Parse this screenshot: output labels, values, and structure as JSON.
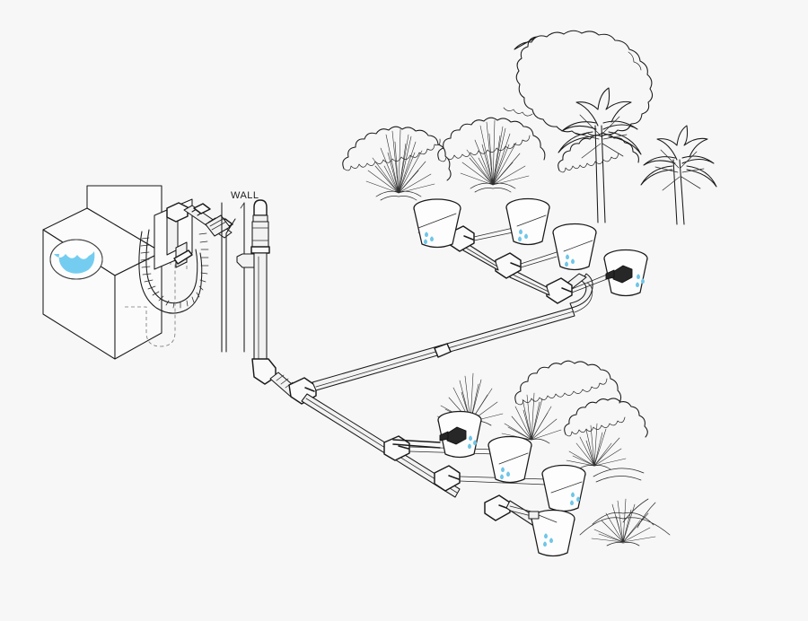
{
  "diagram": {
    "title": "Washing machine greywater drip irrigation layout",
    "background_color": "#f7f7f7",
    "line_color": "#1a1a1a",
    "water_color": "#6ec6e8",
    "pot_fill": "#fdfdfd",
    "pipe_fill": "#f2f2f2"
  },
  "labels": {
    "wall": "WALL"
  },
  "appliance": {
    "name": "washing-machine",
    "porthole_water_color": "#74cdf0",
    "body_fill": "#fbfbfb"
  },
  "components": {
    "drain_hose": "corrugated-drain-hose",
    "diverter_valve": "inline-diverter-valve",
    "standpipe": "vertical-standpipe",
    "tee_fitting": "tee-fitting",
    "elbow_fitting": "elbow-fitting",
    "drip_nozzle": "adjustable-drip-nozzle"
  },
  "emitters": {
    "upper_branch_count": 4,
    "lower_branch_count": 4,
    "total": 8
  },
  "vegetation": {
    "palm_trees": 2,
    "shrubs": 5,
    "grass_tufts": 6
  },
  "water_drops": {
    "color": "#6ec6e8",
    "count_per_emitter": 3
  }
}
